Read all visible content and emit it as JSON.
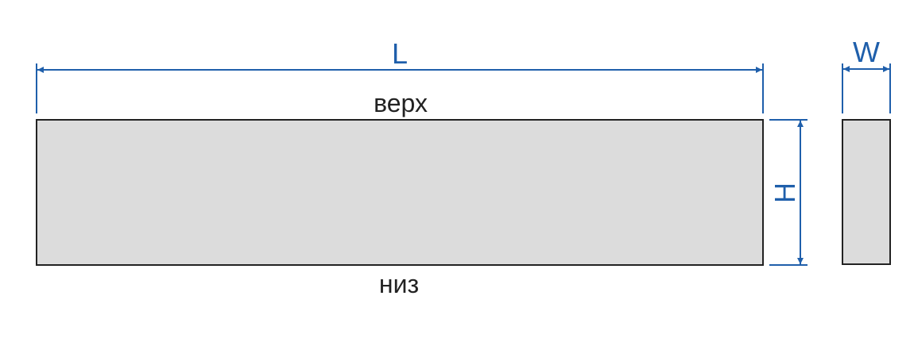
{
  "labels": {
    "length": "L",
    "width": "W",
    "height": "H",
    "top": "верх",
    "bottom": "низ"
  },
  "colors": {
    "dimension": "#1f5fab",
    "fill": "#dcdcdc",
    "outline": "#222222"
  }
}
